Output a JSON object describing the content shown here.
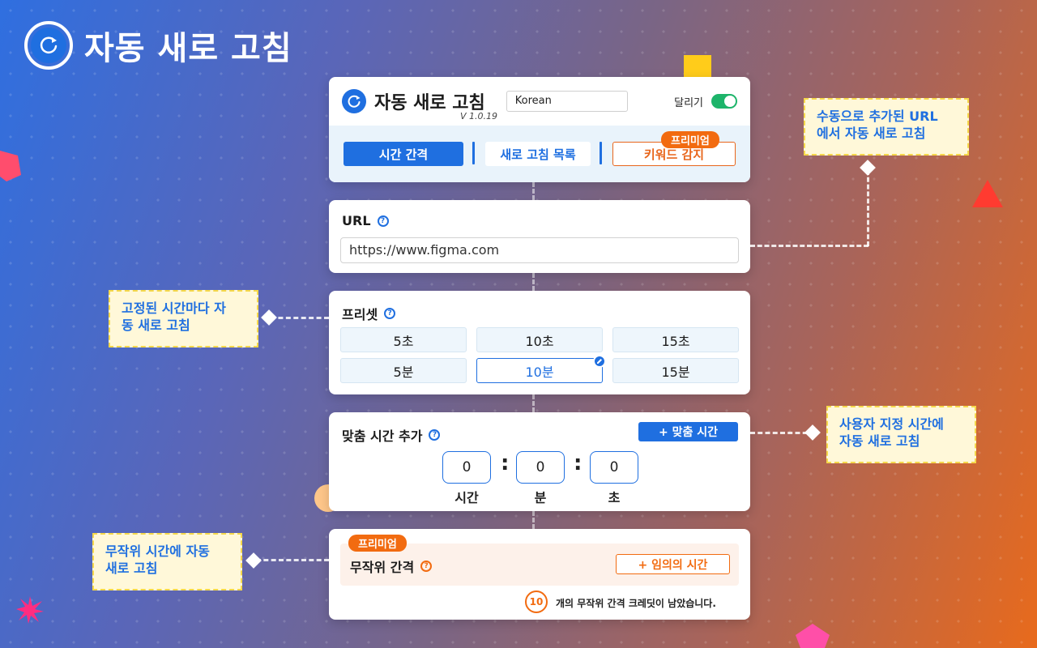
{
  "hero": {
    "title": "자동 새로 고침"
  },
  "header": {
    "app_name": "자동 새로 고침",
    "version": "V 1.0.19",
    "language": "Korean",
    "run_label": "달리기",
    "run_enabled": true
  },
  "tabs": {
    "interval": "시간 간격",
    "refresh_list": "새로 고침 목록",
    "keyword": "키워드 감지",
    "premium_badge": "프리미엄"
  },
  "url_section": {
    "title": "URL",
    "value": "https://www.figma.com"
  },
  "preset_section": {
    "title": "프리셋",
    "items": [
      "5초",
      "10초",
      "15초",
      "5분",
      "10분",
      "15분"
    ],
    "selected": "10분"
  },
  "custom_section": {
    "title": "맞춤 시간 추가",
    "add_button": "+ 맞춤 시간",
    "hours": "0",
    "minutes": "0",
    "seconds": "0",
    "hours_label": "시간",
    "minutes_label": "분",
    "seconds_label": "초"
  },
  "random_section": {
    "premium_badge": "프리미엄",
    "title": "무작위 간격",
    "add_button": "+ 임의의 시간",
    "credits": "10",
    "credits_text": "개의 무작위 간격 크레딧이 남았습니다."
  },
  "callouts": {
    "url": [
      "수동으로 추가된 URL",
      "에서 자동 새로 고침"
    ],
    "preset": [
      "고정된 시간마다 자",
      "동 새로 고침"
    ],
    "custom": [
      "사용자 지정 시간에",
      "자동 새로 고침"
    ],
    "random": [
      "무작위 시간에 자동",
      "새로 고침"
    ]
  },
  "colors": {
    "primary": "#1f6fe0",
    "premium": "#f26b10",
    "toggle_on": "#1db46a",
    "callout_bg": "#fff8d9",
    "callout_border": "#f5d84a"
  }
}
